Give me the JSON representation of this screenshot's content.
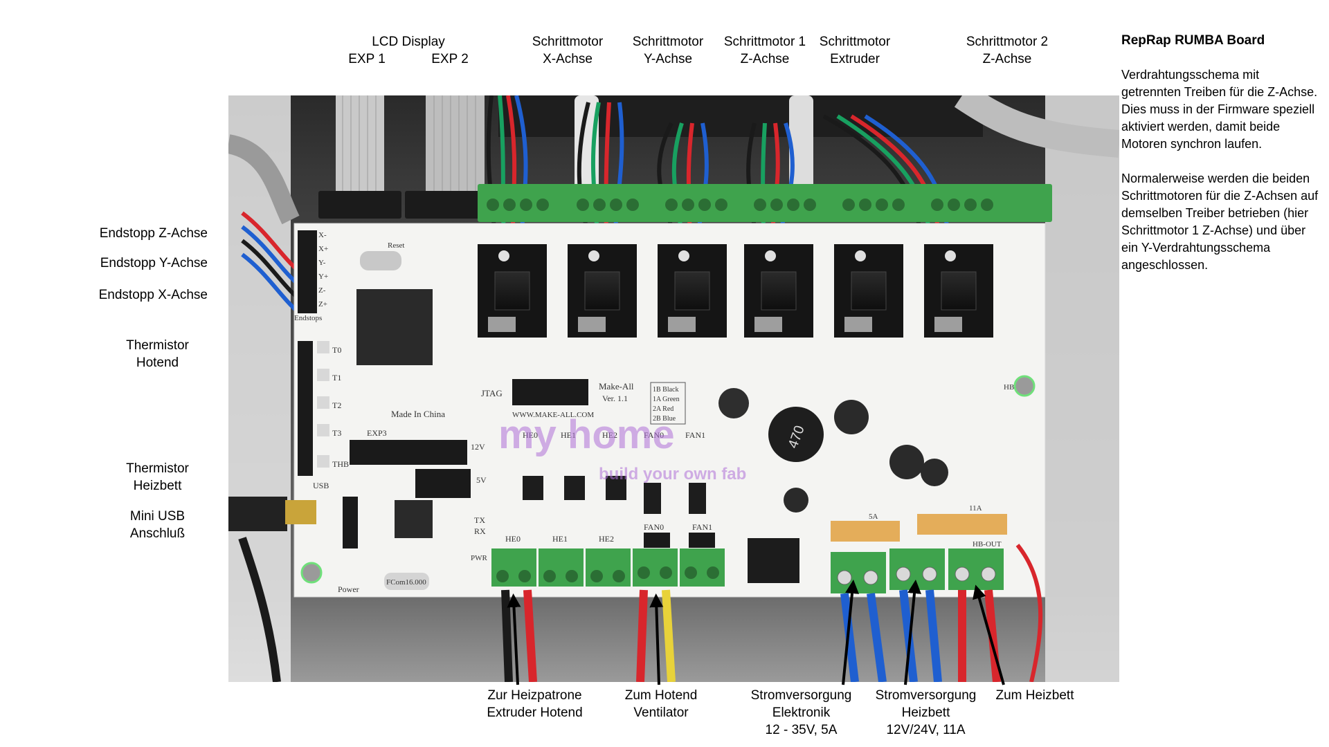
{
  "top_labels": {
    "lcd": {
      "line1": "LCD Display",
      "exp1": "EXP 1",
      "exp2": "EXP 2"
    },
    "motor_x": {
      "line1": "Schrittmotor",
      "line2": "X-Achse"
    },
    "motor_y": {
      "line1": "Schrittmotor",
      "line2": "Y-Achse"
    },
    "motor_z1": {
      "line1": "Schrittmotor 1",
      "line2": "Z-Achse"
    },
    "motor_e": {
      "line1": "Schrittmotor",
      "line2": "Extruder"
    },
    "motor_z2": {
      "line1": "Schrittmotor 2",
      "line2": "Z-Achse"
    }
  },
  "left_labels": {
    "endstop_z": "Endstopp Z-Achse",
    "endstop_y": "Endstopp Y-Achse",
    "endstop_x": "Endstopp X-Achse",
    "therm_hotend": {
      "line1": "Thermistor",
      "line2": "Hotend"
    },
    "therm_bed": {
      "line1": "Thermistor",
      "line2": "Heizbett"
    },
    "usb": {
      "line1": "Mini USB",
      "line2": "Anschluß"
    }
  },
  "bottom_labels": {
    "heater": {
      "line1": "Zur Heizpatrone",
      "line2": "Extruder Hotend"
    },
    "fan": {
      "line1": "Zum Hotend",
      "line2": "Ventilator"
    },
    "psu_elec": {
      "line1": "Stromversorgung",
      "line2": "Elektronik",
      "line3": "12 - 35V, 5A"
    },
    "psu_bed": {
      "line1": "Stromversorgung",
      "line2": "Heizbett",
      "line3": "12V/24V, 11A"
    },
    "bed": {
      "line1": "Zum Heizbett"
    }
  },
  "sidebar": {
    "title": "RepRap RUMBA Board",
    "para1": "Verdrahtungsschema mit getrennten Treiben für die Z-Achse. Dies muss in der Firmware speziell aktiviert werden, damit beide Motoren synchron laufen.",
    "para2": "Normalerweise werden die beiden Schrittmotoren für die Z-Achsen auf demselben Treiber betrieben (hier Schrittmotor 1 Z-Achse) und über ein Y-Verdrahtungsschema angeschlossen."
  },
  "board_silkscreen": {
    "endstops": "Endstops",
    "pins": [
      "X-",
      "X+",
      "Y-",
      "Y+",
      "Z-",
      "Z+"
    ],
    "thermistors": [
      "T0",
      "T1",
      "T2",
      "T3",
      "THB"
    ],
    "reset": "Reset",
    "jtag": "JTAG",
    "made_in": "Made In China",
    "exp3": "EXP3",
    "make_all": "Make-All",
    "version": "Ver. 1.1",
    "url": "WWW.MAKE-ALL.COM",
    "color_key": [
      "1B Black",
      "1A Green",
      "2A Red",
      "2B Blue"
    ],
    "usb": "USB",
    "power": "Power",
    "tx": "TX",
    "rx": "RX",
    "pwr": "PWR",
    "mosfets": [
      "HE0",
      "HE1",
      "HE2",
      "FAN0",
      "FAN1"
    ],
    "terminals": [
      "HE0",
      "HE1",
      "HE2",
      "FAN0",
      "FAN1"
    ],
    "fuse_5a": "5A",
    "fuse_11a": "11A",
    "hb_out": "HB-OUT",
    "hb": "HB",
    "v12": "12V",
    "v5": "5V",
    "crystal": "FCom16.000",
    "cap1": "470",
    "watermark1": "my home",
    "watermark2": "build your own fab"
  },
  "colors": {
    "board": "#f4f4f2",
    "terminal_green": "#3fa34d",
    "wire_red": "#d8262c",
    "wire_blue": "#1f5fd0",
    "wire_green": "#18a060",
    "wire_black": "#1a1a1a",
    "watermark": "#b070d8"
  }
}
